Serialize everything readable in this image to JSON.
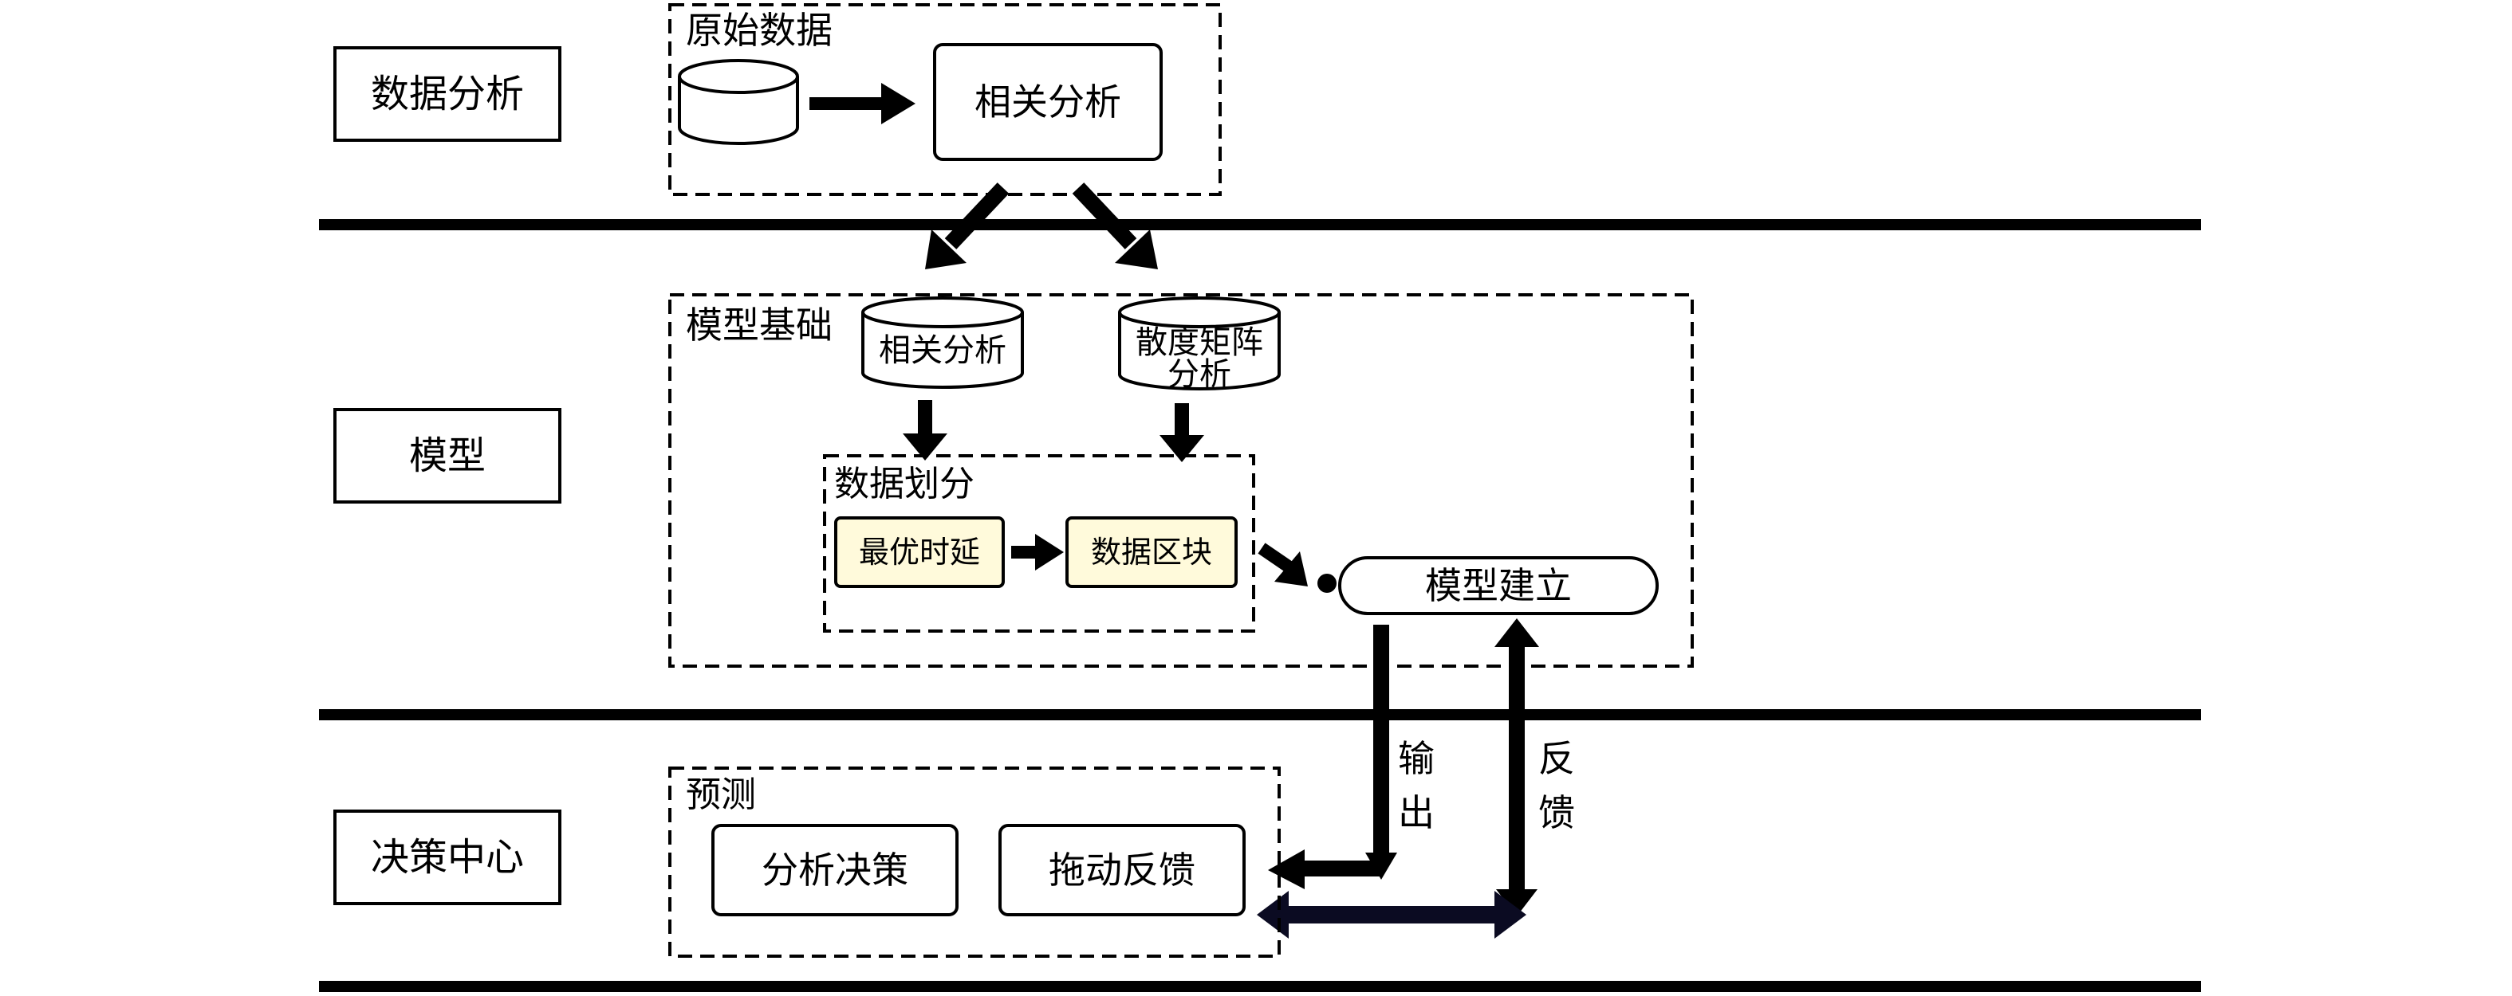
{
  "lanes": {
    "data_analysis": "数据分析",
    "model": "模型",
    "decision_center": "决策中心"
  },
  "groups": {
    "raw_data": "原始数据",
    "model_basis": "模型基础",
    "data_partition": "数据划分",
    "prediction": "预测"
  },
  "nodes": {
    "correlation_analysis": "相关分析",
    "correlation_db": "相关分析",
    "scatter_matrix_line1": "散度矩阵",
    "scatter_matrix_line2": "分析",
    "optimal_delay": "最优时延",
    "data_block": "数据区块",
    "model_building": "模型建立",
    "analysis_decision": "分析决策",
    "drag_feedback": "拖动反馈"
  },
  "edges": {
    "output_char1": "输",
    "output_char2": "出",
    "feedback_char1": "反",
    "feedback_char2": "馈"
  },
  "colors": {
    "highlight_fill": "#fffadb",
    "arrow_dark": "#0b0b22"
  }
}
